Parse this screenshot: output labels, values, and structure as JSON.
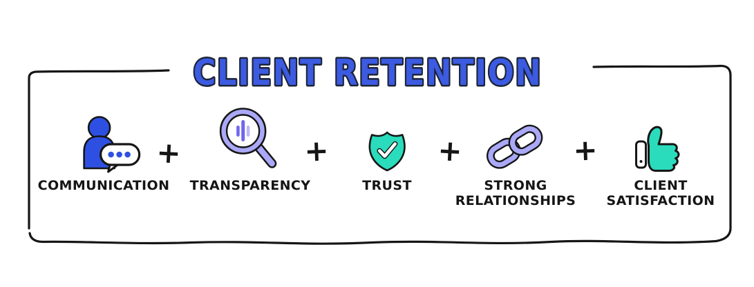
{
  "title": "CLIENT RETENTION",
  "operator": "+",
  "items": [
    {
      "icon": "person-chat-icon",
      "lines": [
        "COMMUNICATION"
      ]
    },
    {
      "icon": "magnifier-icon",
      "lines": [
        "TRANSPARENCY"
      ]
    },
    {
      "icon": "shield-check-icon",
      "lines": [
        "TRUST"
      ]
    },
    {
      "icon": "chain-link-icon",
      "lines": [
        "STRONG",
        "RELATIONSHIPS"
      ]
    },
    {
      "icon": "thumbs-up-icon",
      "lines": [
        "CLIENT",
        "SATISFACTION"
      ]
    }
  ],
  "colors": {
    "blue": "#2e50e2",
    "lav": "#aaa8f7",
    "lavlight": "#bcb9f9",
    "purple": "#7168ec",
    "teal": "#2adcbb",
    "title": "#3c5be1",
    "outline": "#1d2438",
    "ink": "#151515"
  }
}
